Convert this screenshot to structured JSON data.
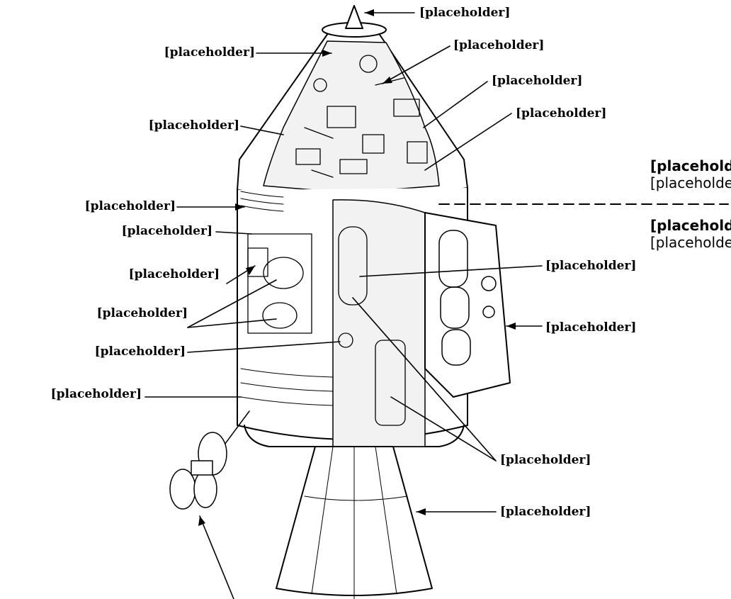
{
  "callouts": {
    "docking": "[placeholder]",
    "main_chute": "[placeholder]",
    "drogue_chute": "[placeholder]",
    "side_hatch": "[placeholder]",
    "crew_cabin": "[placeholder]",
    "apex": "[placeholder]",
    "eps_radiator": "[placeholder]",
    "fuel_cell": "[placeholder]",
    "rcs_quad_left": "[placeholder]",
    "cryo_tanks": "[placeholder]",
    "vhf_antenna": "[placeholder]",
    "ecs_radiator": "[placeholder]",
    "helium_tank": "[placeholder]",
    "rcs_quad_right": "[placeholder]",
    "sps_tanks": "[placeholder]",
    "sps_nozzle": "[placeholder]"
  },
  "sections": {
    "command_module": {
      "name": "[placeholder]",
      "abbr": "[placeholder]"
    },
    "service_module": {
      "name": "[placeholder]",
      "abbr": "[placeholder]"
    }
  },
  "colors": {
    "line": "#000000",
    "background": "#ffffff"
  }
}
